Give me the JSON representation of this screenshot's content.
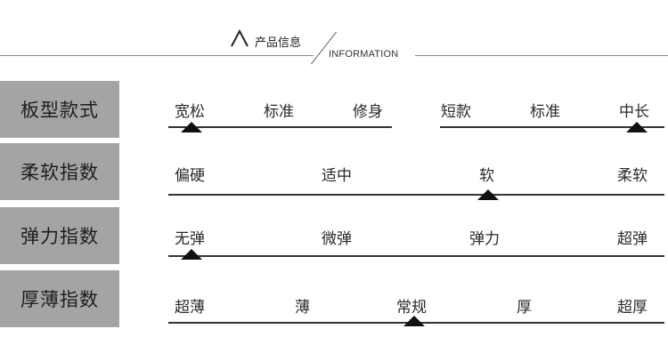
{
  "header": {
    "title_cn": "产品信息",
    "title_en": "INFORMATION"
  },
  "rows": [
    {
      "label": "板型款式",
      "options": [
        "宽松",
        "标准",
        "修身",
        "短款",
        "标准",
        "中长"
      ],
      "selected": [
        "宽松",
        "中长"
      ]
    },
    {
      "label": "柔软指数",
      "options": [
        "偏硬",
        "适中",
        "软",
        "柔软"
      ],
      "selected": "软"
    },
    {
      "label": "弹力指数",
      "options": [
        "无弹",
        "微弹",
        "弹力",
        "超弹"
      ],
      "selected": "无弹"
    },
    {
      "label": "厚薄指数",
      "options": [
        "超薄",
        "薄",
        "常规",
        "厚",
        "超厚"
      ],
      "selected": "常规"
    }
  ]
}
